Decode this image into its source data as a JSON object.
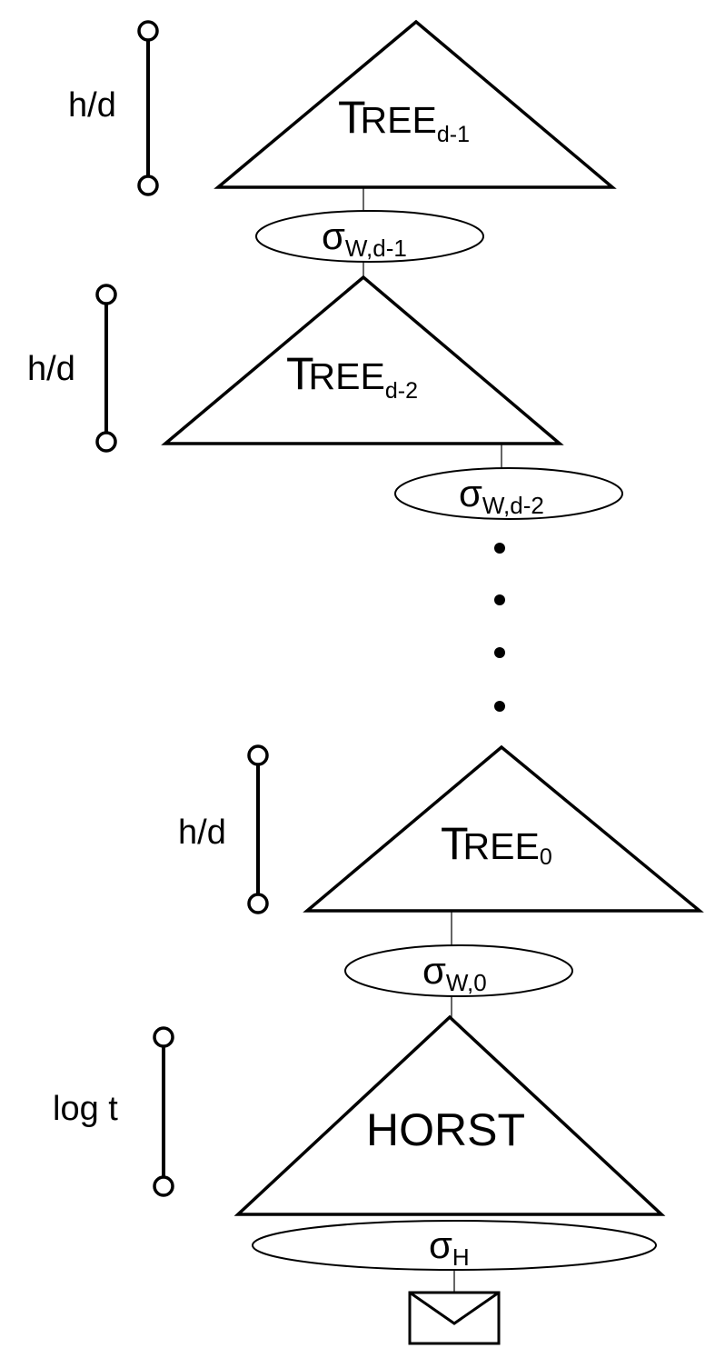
{
  "trees": [
    {
      "name": "TREE",
      "name_first": "T",
      "name_rest": "REE",
      "subscript": "d-1"
    },
    {
      "name": "TREE",
      "name_first": "T",
      "name_rest": "REE",
      "subscript": "d-2"
    },
    {
      "name": "TREE",
      "name_first": "T",
      "name_rest": "REE",
      "subscript": "0"
    },
    {
      "name": "HORST",
      "subscript": ""
    }
  ],
  "signatures": [
    {
      "symbol": "σ",
      "subscript": "W,d-1"
    },
    {
      "symbol": "σ",
      "subscript": "W,d-2"
    },
    {
      "symbol": "σ",
      "subscript": "W,0"
    },
    {
      "symbol": "σ",
      "subscript": "H"
    }
  ],
  "height_labels": [
    "h/d",
    "h/d",
    "h/d",
    "log t"
  ],
  "message_icon": "envelope-icon",
  "ellipsis_dot_count": 4
}
